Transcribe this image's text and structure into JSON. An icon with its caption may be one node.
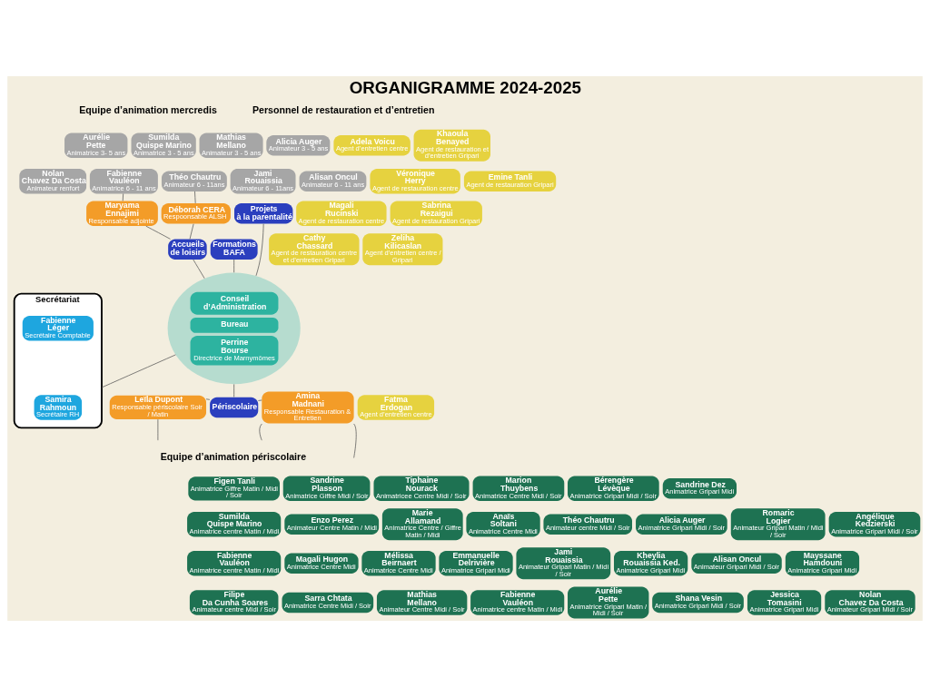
{
  "diagram": {
    "title": "ORGANIGRAMME 2024-2025",
    "nodes": [
      {
        "text": [
          "Aurélie Pette",
          "Animatrice 3- 5 ans"
        ]
      },
      {
        "text": [
          "Sumilda Quispe Marino",
          "Animatrice 3 - 5 ans"
        ]
      },
      {
        "text": [
          "Mathias Mellano",
          "Animateur 3 - 5 ans"
        ]
      },
      {
        "text": [
          "Alicia Auger",
          "Animateur 3 - 5 ans"
        ]
      },
      {
        "text": [
          "Nolan Chavez Da Costa",
          "Animateur renfort"
        ]
      },
      {
        "text": [
          "Fabienne Vauléon",
          "Animatrice 6 - 11 ans"
        ]
      },
      {
        "text": [
          "Théo Chautru",
          "Animateur 6 - 11ans"
        ]
      },
      {
        "text": [
          "Jami Rouaissia",
          "Animateur 6 - 11ans"
        ]
      },
      {
        "text": [
          "Alisan Oncul",
          "Animateur 6 - 11 ans"
        ]
      },
      {
        "text": [
          "Maryama Ennajimi",
          "Responsable adjointe"
        ]
      },
      {
        "text": [
          "Déborah CERA",
          "Respoonsable ALSH"
        ]
      },
      {
        "text": [
          "Projets à la parentalité"
        ]
      },
      {
        "text": [
          "Accueils de loisirs"
        ]
      },
      {
        "text": [
          "Formations BAFA"
        ]
      },
      {
        "text": [
          "Secrétariat"
        ]
      },
      {
        "text": [
          "Fabienne Léger",
          "Secrétaire Comptable"
        ],
        "in": 14
      },
      {
        "text": [
          "Samira Rahmoun",
          "Secrétaire RH"
        ],
        "in": 14
      },
      {
        "text": [],
        "shape": "circle"
      },
      {
        "text": [
          "Conseil d’Administration"
        ],
        "in": 17
      },
      {
        "text": [
          "Bureau"
        ],
        "in": 17
      },
      {
        "text": [
          "Perrine Bourse",
          "Directrice de Marnymômes"
        ],
        "in": 17
      },
      {
        "text": [
          "Adela Voicu",
          "Agent d’entretien centre"
        ]
      },
      {
        "text": [
          "Khaoula Benayed",
          "Agent de restauration et d’entretien Gripari"
        ]
      },
      {
        "text": [
          "Véronique Herry",
          "Agent de restauration centre"
        ]
      },
      {
        "text": [
          "Emine Tanli",
          "Agent de restauration Gripari"
        ]
      },
      {
        "text": [
          "Magali Rucinski",
          "Agent de restauration centre"
        ]
      },
      {
        "text": [
          "Sabrina Rezaigui",
          "Agent de restauration Gripari"
        ]
      },
      {
        "text": [
          "Cathy Chassard",
          "Agent de restauration centre et d’entretien Gripari"
        ]
      },
      {
        "text": [
          "Zeliha Kilicaslan",
          "Agent d’entretien centre / Gripari"
        ]
      },
      {
        "text": [
          "Fatma Erdogan",
          "Agent d’entretien centre"
        ]
      },
      {
        "text": [
          "Leïla Dupont",
          "Responsable périscolaire Soir / Matin"
        ]
      },
      {
        "text": [
          "Périscolaire"
        ]
      },
      {
        "text": [
          "Amina Madnani",
          "Responsable Restauration & Entretien"
        ]
      },
      {
        "text": [
          "Figen Tanli",
          "Animatrice Giffre Matin / Midi / Soir"
        ]
      },
      {
        "text": [
          "Sandrine Plasson",
          "Animatrice Giffre Midi / Soir"
        ]
      },
      {
        "text": [
          "Tiphaine Nourack",
          "Animatricee Centre Midi / Soir"
        ]
      },
      {
        "text": [
          "Marion Thuybens",
          "Animatrice Centre Midi / Soir"
        ]
      },
      {
        "text": [
          "Bérengère Lévèque",
          "Animatrice Gripari Midi / Soir"
        ]
      },
      {
        "text": [
          "Sandrine Dez",
          "Animatrice Gripari Midi"
        ]
      },
      {
        "text": [
          "Sumilda Quispe Marino",
          "Animatrice centre Matin / Midi"
        ]
      },
      {
        "text": [
          "Enzo Perez",
          "Animateur Centre Matin / Midi"
        ]
      },
      {
        "text": [
          "Marie Allamand",
          "Animatrice Centre / Giffre Matin / Midi"
        ]
      },
      {
        "text": [
          "Anaïs Soltani",
          "Animatrice Centre Midi"
        ]
      },
      {
        "text": [
          "Théo Chautru",
          "Animateur centre Midi / Soir"
        ]
      },
      {
        "text": [
          "Alicia Auger",
          "Animatrice Gripari Midi / Soir"
        ]
      },
      {
        "text": [
          "Romaric Logier",
          "Animateur Gripari Matin / Midi / Soir"
        ]
      },
      {
        "text": [
          "Angélique Kedzierski",
          "Animatrice Gripari Midi / Soir"
        ]
      },
      {
        "text": [
          "Fabienne Vauléon",
          "Animatrice centre Matin / Midi"
        ]
      },
      {
        "text": [
          "Magali Hugon",
          "Animatrice Centre Midi"
        ]
      },
      {
        "text": [
          "Mélissa Beirnaert",
          "Animatrice Centre Midi"
        ]
      },
      {
        "text": [
          "Emmanuelle Delrivière",
          "Animatrice Gripari Midi"
        ]
      },
      {
        "text": [
          "Jami Rouaissia",
          "Animateur Gripari Matin / Midi / Soir"
        ]
      },
      {
        "text": [
          "Kheylia Rouaissia Ked.",
          "Animatrice Gripari Midi"
        ]
      },
      {
        "text": [
          "Alisan Oncul",
          "Animateur Gripari Midi / Soir"
        ]
      },
      {
        "text": [
          "Mayssane Hamdouni",
          "Animatrice Gripari Midi"
        ]
      },
      {
        "text": [
          "Filipe Da Cunha Soares",
          "Animateur centre Midi / Soir"
        ]
      },
      {
        "text": [
          "Sarra Chtata",
          "Animatrice Centre Midi / Soir"
        ]
      },
      {
        "text": [
          "Mathias Mellano",
          "Animateur Centre Midi / Soir"
        ]
      },
      {
        "text": [
          "Fabienne Vauléon",
          "Animatrice centre Matin / Midi"
        ]
      },
      {
        "text": [
          "Aurélie Pette",
          "Animatrice Gripari Matin / Midi / Soir"
        ]
      },
      {
        "text": [
          "Shana Vesin",
          "Animatrice Gripari Midi / Soir"
        ]
      },
      {
        "text": [
          "Jessica Tomasini",
          "Animatrice Gripari Midi"
        ]
      },
      {
        "text": [
          "Nolan Chavez Da Costa",
          "Animateur Gripari Midi / Soir"
        ]
      }
    ],
    "edges": [
      {
        "from": 5,
        "to": 9,
        "arrow": "none"
      },
      {
        "from": 6,
        "to": 10,
        "arrow": "none"
      },
      {
        "from": 9,
        "to": 12,
        "arrow": "none"
      },
      {
        "from": 10,
        "to": 12,
        "arrow": "none"
      },
      {
        "from": 11,
        "to": 17,
        "arrow": "none"
      },
      {
        "from": 12,
        "to": 17,
        "arrow": "none"
      },
      {
        "from": 13,
        "to": 17,
        "arrow": "none"
      },
      {
        "from": 14,
        "to": 17,
        "arrow": "none"
      },
      {
        "from": 17,
        "to": 31,
        "arrow": "none"
      },
      {
        "from": 30,
        "to": 31,
        "arrow": "none"
      },
      {
        "from": 31,
        "to": 32,
        "arrow": "none"
      },
      {
        "from": 30,
        "to": null,
        "arrow": "none"
      },
      {
        "from": 32,
        "to": null,
        "arrow": "none"
      },
      {
        "from": 32,
        "to": null,
        "arrow": "none"
      }
    ],
    "labels": [
      "Equipe d’animation mercredis",
      "Personnel de restauration et d’entretien",
      "Equipe d’animation périscolaire"
    ]
  }
}
